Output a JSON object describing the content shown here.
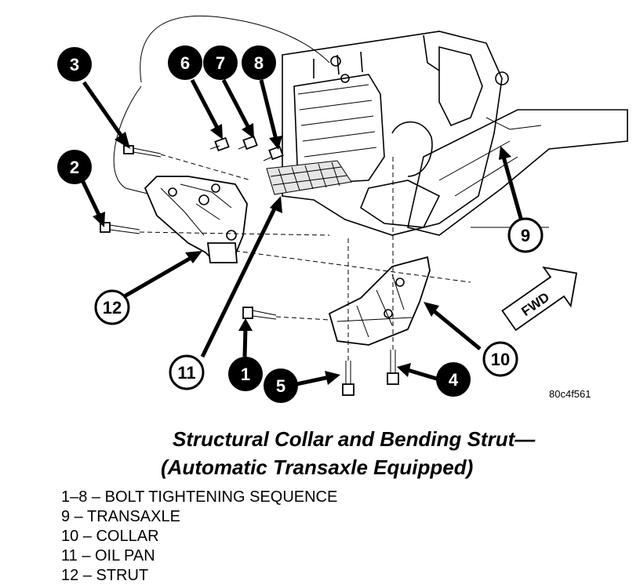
{
  "callouts": [
    {
      "number": "1",
      "style": "black"
    },
    {
      "number": "2",
      "style": "black"
    },
    {
      "number": "3",
      "style": "black"
    },
    {
      "number": "4",
      "style": "black"
    },
    {
      "number": "5",
      "style": "black"
    },
    {
      "number": "6",
      "style": "black"
    },
    {
      "number": "7",
      "style": "black"
    },
    {
      "number": "8",
      "style": "black"
    },
    {
      "number": "9",
      "style": "white"
    },
    {
      "number": "10",
      "style": "white"
    },
    {
      "number": "11",
      "style": "white"
    },
    {
      "number": "12",
      "style": "white"
    }
  ],
  "fwd_label": "FWD",
  "figure_code": "80c4f561",
  "caption": {
    "line1": "Structural Collar and Bending Strut—",
    "line2": "(Automatic Transaxle Equipped)"
  },
  "legend": [
    "1–8 – BOLT TIGHTENING SEQUENCE",
    "9 – TRANSAXLE",
    "10 – COLLAR",
    "11 – OIL PAN",
    "12 – STRUT"
  ]
}
